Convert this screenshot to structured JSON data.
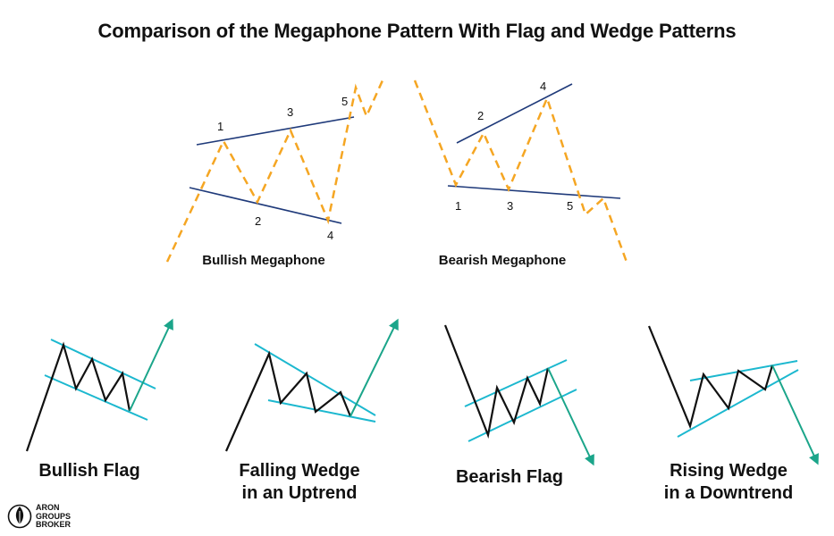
{
  "title": "Comparison of the Megaphone Pattern With Flag and Wedge Patterns",
  "labels": {
    "bullish_megaphone": "Bullish Megaphone",
    "bearish_megaphone": "Bearish Megaphone",
    "bullish_flag": "Bullish Flag",
    "falling_wedge_line1": "Falling Wedge",
    "falling_wedge_line2": "in an Uptrend",
    "bearish_flag": "Bearish Flag",
    "rising_wedge_line1": "Rising Wedge",
    "rising_wedge_line2": "in a Downtrend"
  },
  "points": {
    "bullish": [
      "1",
      "2",
      "3",
      "4",
      "5"
    ],
    "bearish": [
      "1",
      "2",
      "3",
      "4",
      "5"
    ]
  },
  "logo": {
    "line1": "ARON",
    "line2": "GROUPS",
    "line3": "BROKER"
  },
  "colors": {
    "price_dashed": "#F5A623",
    "megaphone_line": "#1F3A7A",
    "channel": "#1CB8CF",
    "breakout_arrow": "#1BA58A",
    "price_line": "#111111"
  }
}
